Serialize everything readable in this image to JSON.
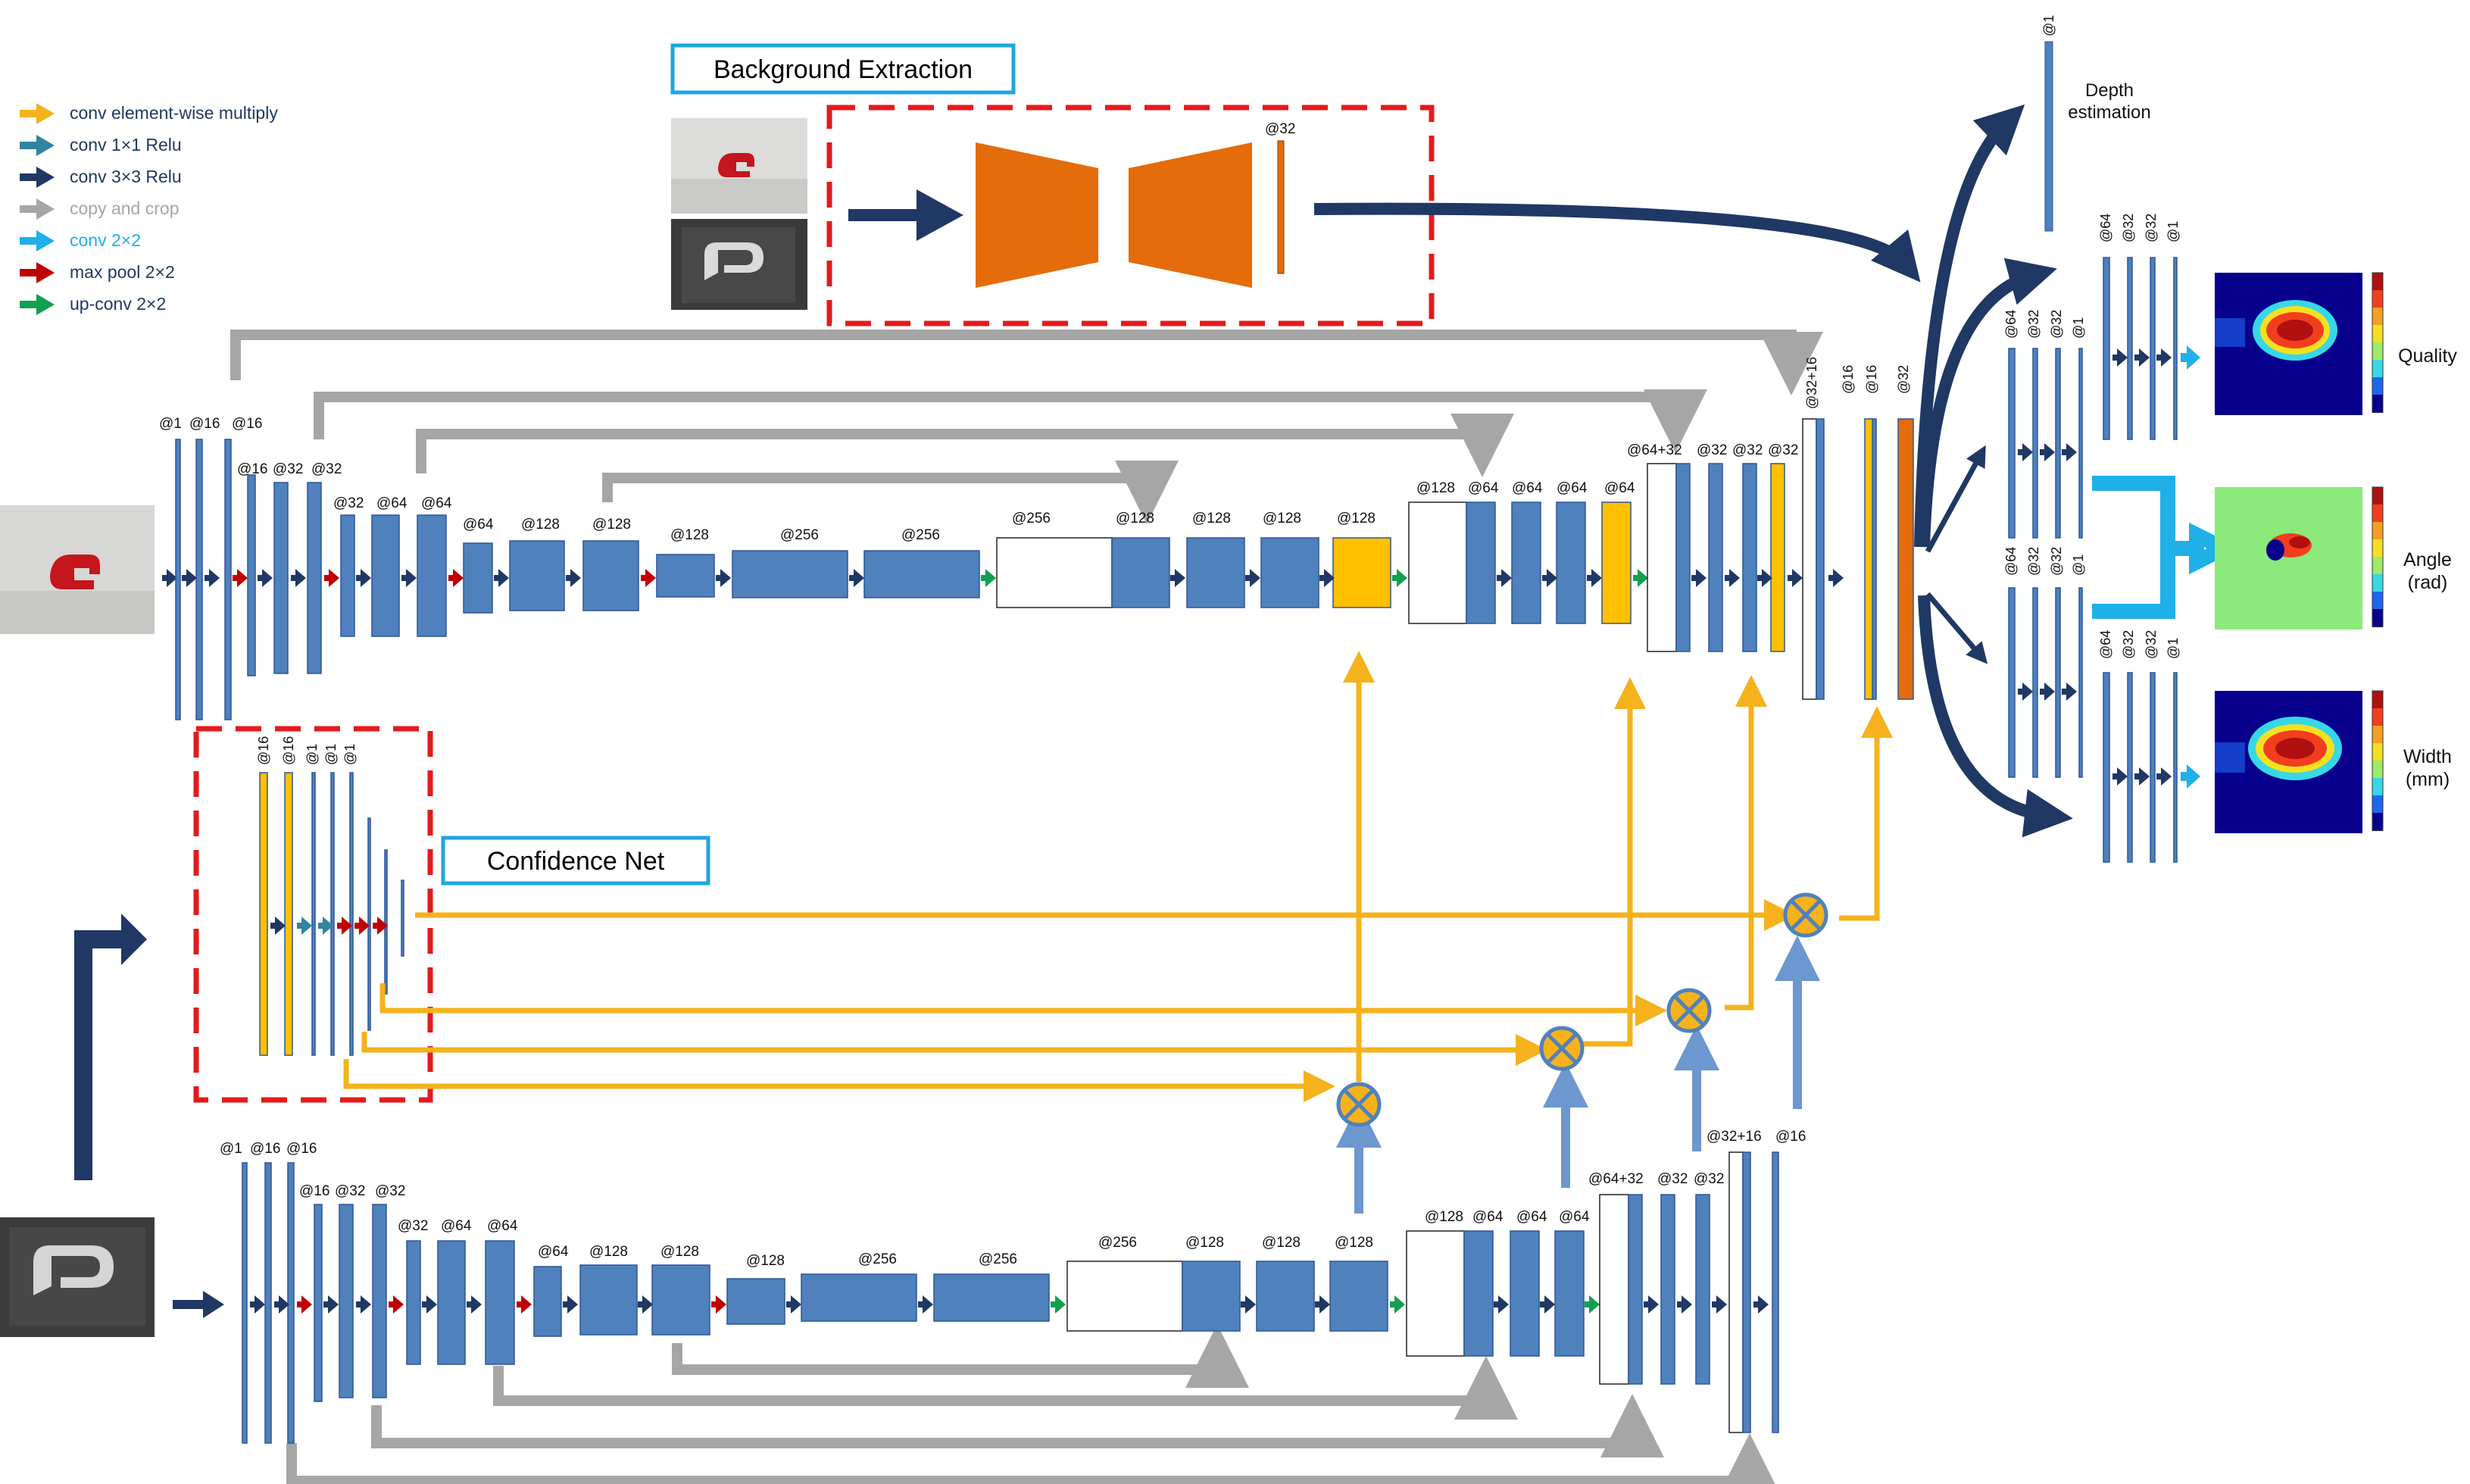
{
  "legend": [
    {
      "label": "conv element-wise multiply",
      "color": "#F5B21C",
      "text_color": "#1F3864"
    },
    {
      "label": "conv 1×1  Relu",
      "color": "#2E86A0",
      "text_color": "#1F3864"
    },
    {
      "label": "conv 3×3  Relu",
      "color": "#1F3864",
      "text_color": "#1F3864"
    },
    {
      "label": "copy and crop",
      "color": "#A6A6A6",
      "text_color": "#A6A6A6"
    },
    {
      "label": "conv 2×2",
      "color": "#1FB0E8",
      "text_color": "#1FB0E8"
    },
    {
      "label": "max pool 2×2",
      "color": "#C00000",
      "text_color": "#1F3864"
    },
    {
      "label": "up-conv 2×2",
      "color": "#12A050",
      "text_color": "#1F3864"
    }
  ],
  "background_extraction": {
    "title": "Background Extraction",
    "out_label": "@32"
  },
  "confidence_net": {
    "title": "Confidence Net",
    "channels": [
      "@16",
      "@16",
      "@1",
      "@1",
      "@1"
    ]
  },
  "top_unet": {
    "enc_labels": [
      [
        "@1",
        "@16",
        "@16"
      ],
      [
        "@16",
        "@32",
        "@32"
      ],
      [
        "@32",
        "@64",
        "@64"
      ],
      [
        "@64",
        "@128",
        "@128"
      ],
      [
        "@128",
        "@256",
        "@256"
      ]
    ],
    "dec_labels": [
      [
        "@256",
        "@128",
        "@128",
        "@128",
        "@128"
      ],
      [
        "@128",
        "@64",
        "@64",
        "@64",
        "@64"
      ],
      [
        "@64+32",
        "@32",
        "@32",
        "@32"
      ],
      [
        "@32+16",
        "@16",
        "@16",
        "@32"
      ]
    ]
  },
  "bottom_unet": {
    "enc_labels": [
      [
        "@1",
        "@16",
        "@16"
      ],
      [
        "@16",
        "@32",
        "@32"
      ],
      [
        "@32",
        "@64",
        "@64"
      ],
      [
        "@64",
        "@128",
        "@128"
      ],
      [
        "@128",
        "@256",
        "@256"
      ]
    ],
    "dec_labels": [
      [
        "@256",
        "@128",
        "@128",
        "@128"
      ],
      [
        "@128",
        "@64",
        "@64",
        "@64"
      ],
      [
        "@64+32",
        "@32",
        "@32"
      ],
      [
        "@32+16",
        "@16"
      ]
    ]
  },
  "heads": {
    "depth_label": "@1",
    "depth_title": "Depth estimation",
    "head_channels": [
      "@64",
      "@32",
      "@32",
      "@1"
    ],
    "outputs": [
      {
        "name": "Quality",
        "unit": ""
      },
      {
        "name": "Angle",
        "unit": "(rad)"
      },
      {
        "name": "Width",
        "unit": "(mm)"
      }
    ]
  },
  "colors": {
    "layer": "#4F81BD",
    "layer_stroke": "#2F5597",
    "yellow": "#FFC000",
    "orange": "#E46C0A",
    "red_dash": "#E41A1C",
    "title_box": "#1FA6DE",
    "dark_arrow": "#1F3864",
    "gray_arrow": "#A6A6A6"
  }
}
